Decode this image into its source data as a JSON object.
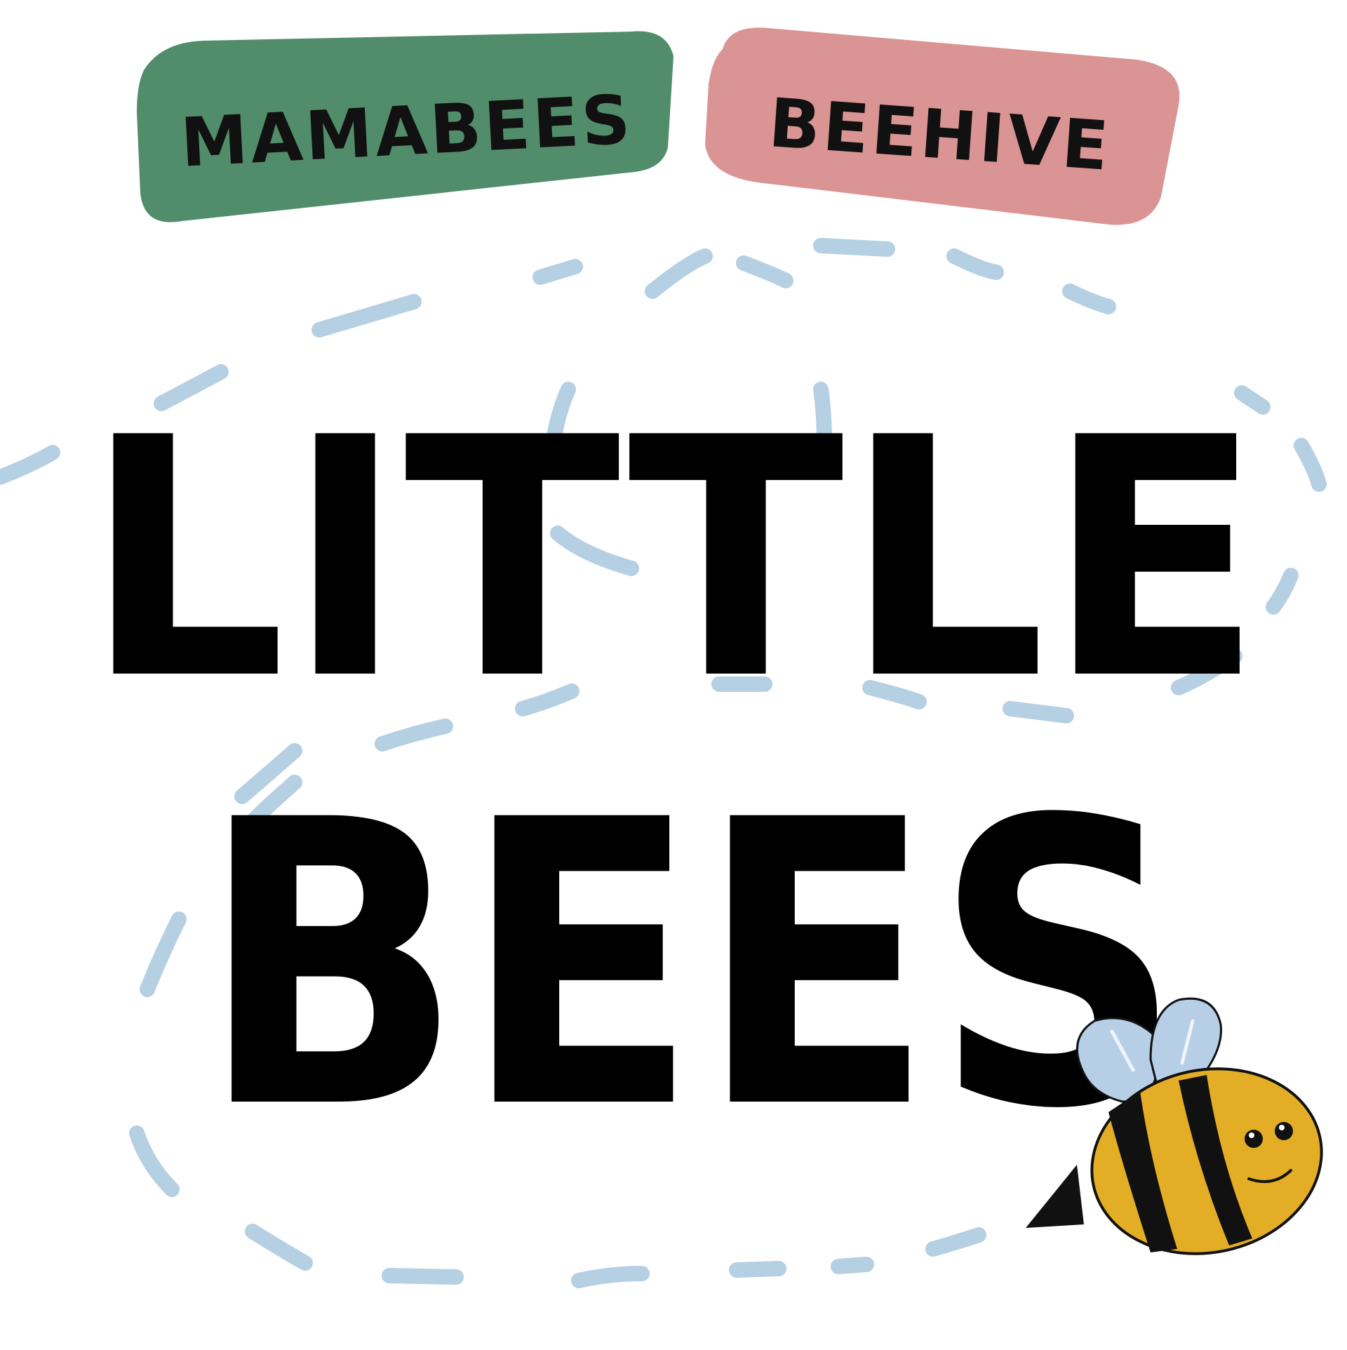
{
  "tags": {
    "left": {
      "label": "MAMABEES",
      "color": "#518d6a"
    },
    "right": {
      "label": "BEEHIVE",
      "color": "#d99493"
    }
  },
  "title": {
    "line1": "LITTLE",
    "line2": "BEES"
  },
  "colors": {
    "text": "#000000",
    "flight_path": "#b5cfe3",
    "bee_body": "#e3ae25",
    "bee_stripe": "#111111",
    "bee_wing": "#b7cfe6"
  },
  "icons": {
    "mascot": "bee-icon",
    "decoration": "dashed-flight-path"
  }
}
